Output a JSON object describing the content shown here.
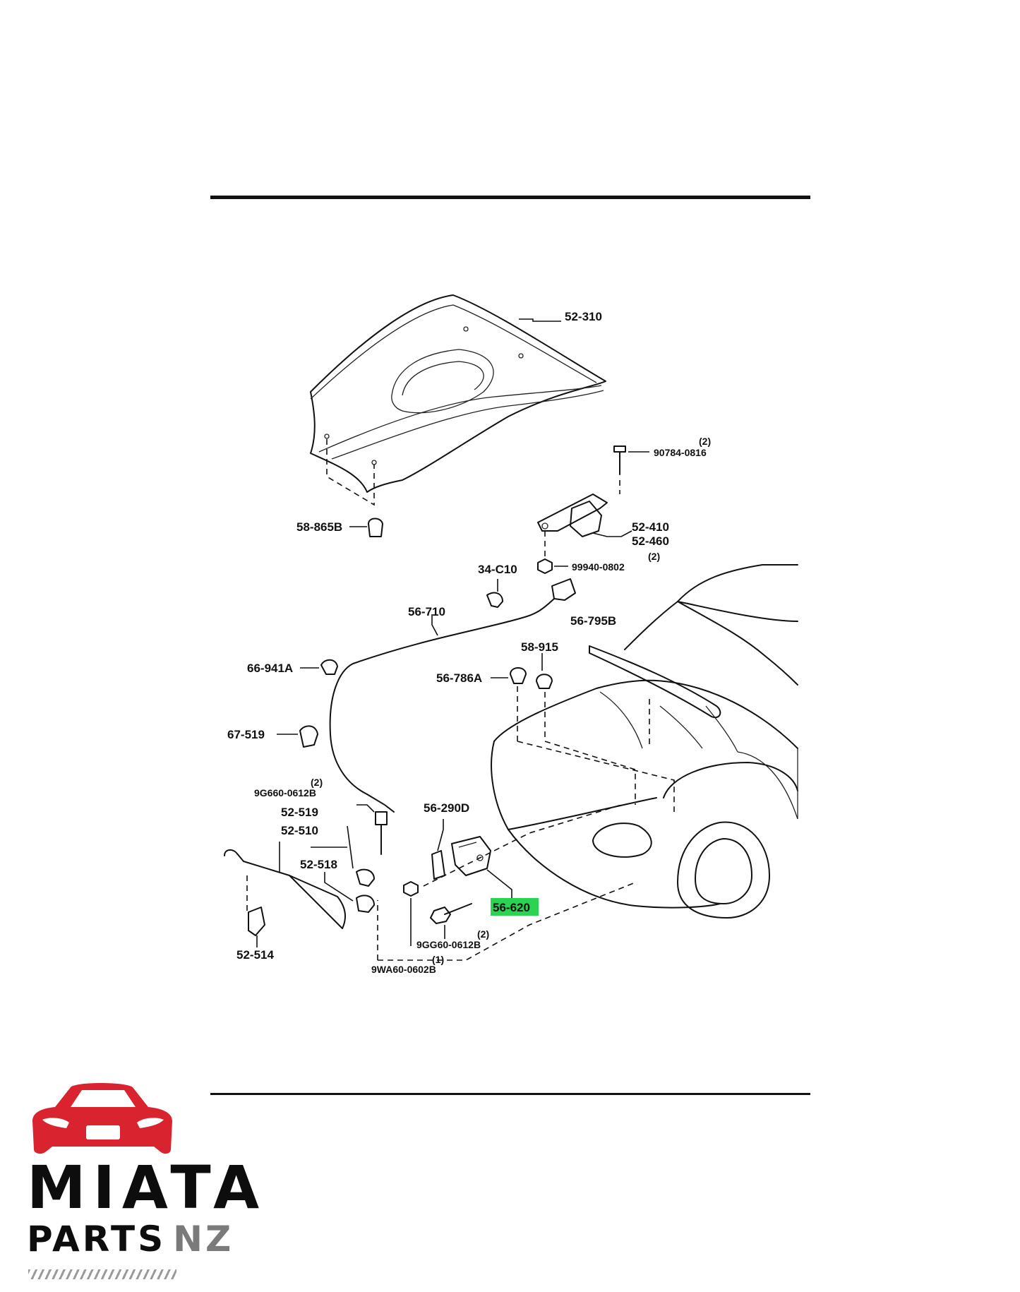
{
  "callouts": [
    {
      "id": "hood",
      "text": "52-310"
    },
    {
      "id": "bolt-hinge",
      "text": "90784-0816",
      "qty": "(2)"
    },
    {
      "id": "hinge-l",
      "text": "52-410"
    },
    {
      "id": "hinge-r",
      "text": "52-460"
    },
    {
      "id": "nut-hinge",
      "text": "99940-0802",
      "qty": "(2)"
    },
    {
      "id": "stopper",
      "text": "58-865B"
    },
    {
      "id": "clip-c10",
      "text": "34-C10"
    },
    {
      "id": "cable",
      "text": "56-710"
    },
    {
      "id": "seal",
      "text": "56-795B"
    },
    {
      "id": "cushion",
      "text": "58-915"
    },
    {
      "id": "bumper-a",
      "text": "56-786A"
    },
    {
      "id": "clip-941",
      "text": "66-941A"
    },
    {
      "id": "clip-519",
      "text": "67-519"
    },
    {
      "id": "bolt-latch",
      "text": "9G660-0612B",
      "qty": "(2)"
    },
    {
      "id": "grommet",
      "text": "52-519"
    },
    {
      "id": "prop-rod",
      "text": "52-510"
    },
    {
      "id": "prop-holder",
      "text": "52-518"
    },
    {
      "id": "prop-clip",
      "text": "52-514"
    },
    {
      "id": "latch-bracket",
      "text": "56-290D"
    },
    {
      "id": "latch",
      "text": "56-620",
      "highlighted": true
    },
    {
      "id": "bolt-lower",
      "text": "9GG60-0612B",
      "qty": "(2)"
    },
    {
      "id": "nut-lower",
      "text": "9WA60-0602B",
      "qty": "(1)"
    }
  ],
  "brand": {
    "line1": "MIATA",
    "line2a": "PARTS",
    "line2b": "NZ",
    "primary_color": "#d9232e"
  },
  "highlight_color": "#2bd352"
}
